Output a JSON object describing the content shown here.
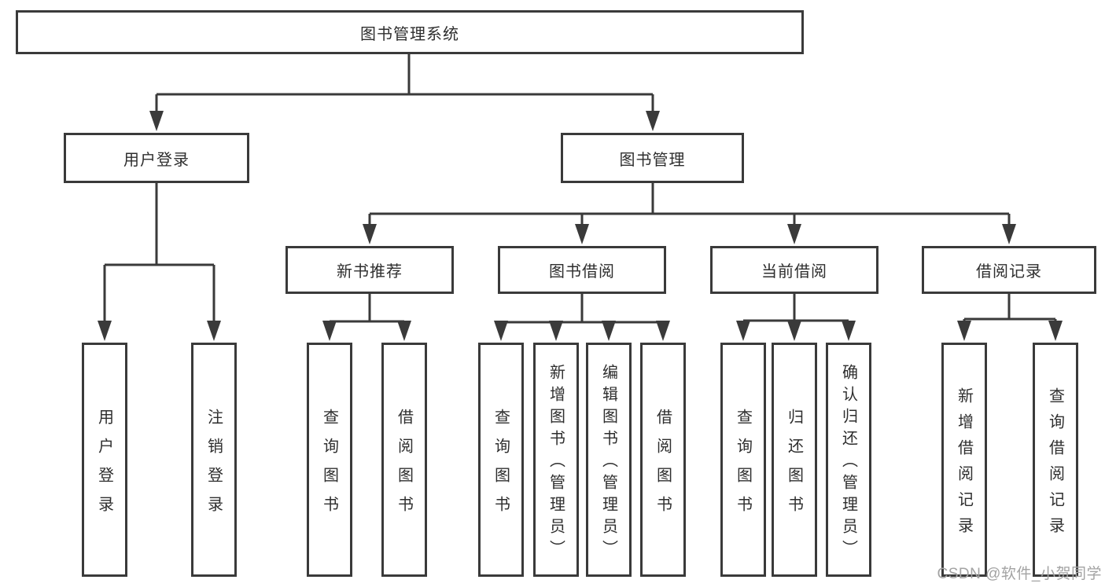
{
  "diagram_type": "hierarchy-tree",
  "tree": {
    "root": {
      "label": "图书管理系统"
    },
    "branches": [
      {
        "label": "用户登录",
        "children": [
          {
            "label": "用户登录"
          },
          {
            "label": "注销登录"
          }
        ]
      },
      {
        "label": "图书管理",
        "children": [
          {
            "label": "新书推荐",
            "children": [
              {
                "label": "查询图书"
              },
              {
                "label": "借阅图书"
              }
            ]
          },
          {
            "label": "图书借阅",
            "children": [
              {
                "label": "查询图书"
              },
              {
                "label": "新增图书（管理员）"
              },
              {
                "label": "编辑图书（管理员）"
              },
              {
                "label": "借阅图书"
              }
            ]
          },
          {
            "label": "当前借阅",
            "children": [
              {
                "label": "查询图书"
              },
              {
                "label": "归还图书"
              },
              {
                "label": "确认归还（管理员）"
              }
            ]
          },
          {
            "label": "借阅记录",
            "children": [
              {
                "label": "新增借阅记录"
              },
              {
                "label": "查询借阅记录"
              }
            ]
          }
        ]
      }
    ]
  },
  "watermark": "CSDN @软件_小贺同学",
  "colors": {
    "background": "#ffffff",
    "box_border": "#3a3a3a",
    "connector_line": "#3a3a3a",
    "text": "#2e2e2e",
    "watermark": "#a3a3a3"
  }
}
